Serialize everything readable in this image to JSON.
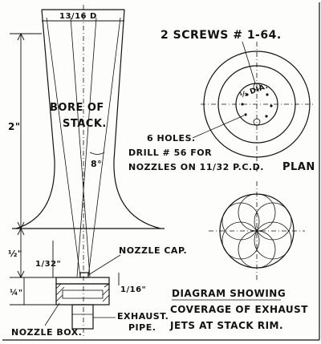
{
  "diagram": {
    "labels": {
      "top_width": "13/16 D",
      "bore": "BORE OF",
      "stack": "STACK.",
      "angle": "8°",
      "height": "2\"",
      "half_inch": "½\"",
      "thirty_second": "1/32\"",
      "quarter": "¼\"",
      "sixteenth": "1/16\"",
      "nozzle_cap": "NOZZLE CAP.",
      "exhaust": "EXHAUST.",
      "pipe": "PIPE.",
      "nozzle_box": "NOZZLE BOX.",
      "screws": "2 SCREWS # 1-64.",
      "dia": "½ DIA.",
      "holes1": "6 HOLES.",
      "holes2": "DRILL # 56 FOR",
      "holes3": "NOZZLES ON 11/32 P.C.D.",
      "plan": "PLAN",
      "diag1": "DIAGRAM SHOWING",
      "diag2": "COVERAGE OF EXHAUST",
      "diag3": "JETS AT STACK RIM."
    }
  }
}
